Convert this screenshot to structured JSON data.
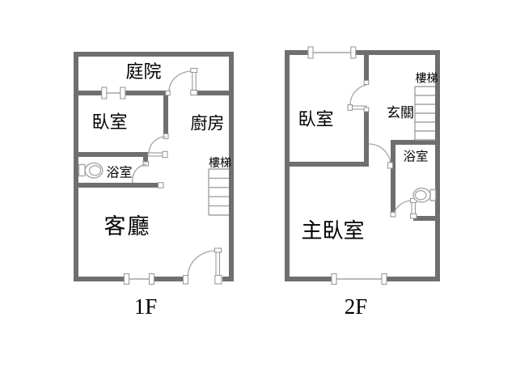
{
  "colors": {
    "wall": "#6f6f6f",
    "line": "#a3a3a3",
    "text": "#000000"
  },
  "floor1": {
    "label": "1F",
    "rooms": {
      "courtyard": "庭院",
      "bedroom": "臥室",
      "kitchen": "廚房",
      "bathroom": "浴室",
      "stairs": "樓梯",
      "living_room": "客廳"
    }
  },
  "floor2": {
    "label": "2F",
    "rooms": {
      "bedroom": "臥室",
      "foyer": "玄關",
      "stairs": "樓梯",
      "bathroom": "浴室",
      "master_bedroom": "主臥室"
    }
  }
}
